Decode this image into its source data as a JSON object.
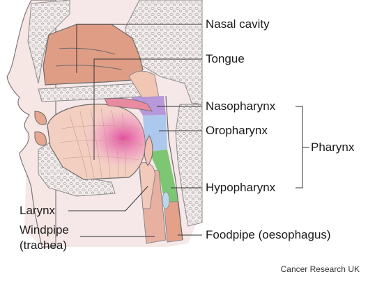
{
  "labels": {
    "nasal_cavity": "Nasal cavity",
    "tongue": "Tongue",
    "nasopharynx": "Nasopharynx",
    "oropharynx": "Oropharynx",
    "pharynx": "Pharynx",
    "hypopharynx": "Hypopharynx",
    "larynx": "Larynx",
    "windpipe_line1": "Windpipe",
    "windpipe_line2": "(trachea)",
    "foodpipe": "Foodpipe (oesophagus)"
  },
  "credit": "Cancer Research UK",
  "colors": {
    "tissue": "#e0a08a",
    "tissue_light": "#f3ccbd",
    "bone_bg": "#f7eeee",
    "nasopharynx": "#b090d8",
    "oropharynx": "#a9c4ea",
    "hypopharynx": "#7fca7a",
    "tongue_highlight": "#e25aa8",
    "outline": "#8a8a8a"
  }
}
